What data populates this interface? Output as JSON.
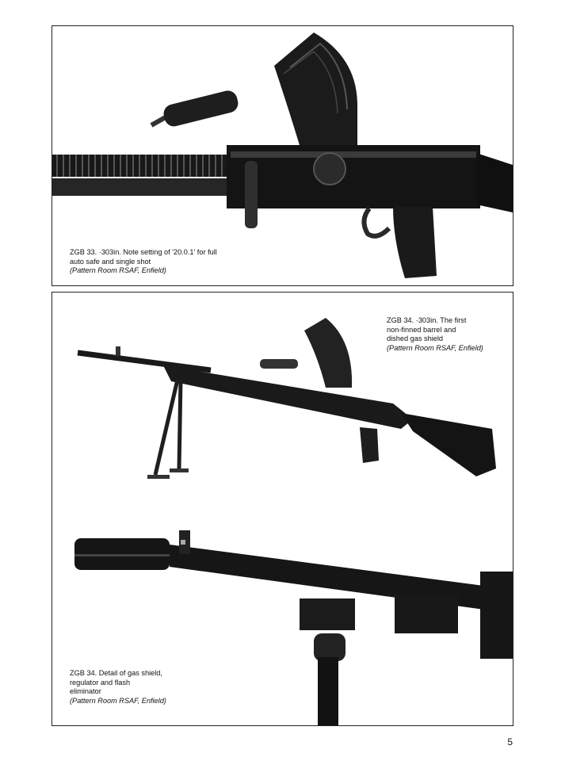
{
  "figures": [
    {
      "id": "ZGB33",
      "caption_lines": [
        "ZGB 33. ·303in. Note setting of '20.0.1' for full",
        "auto safe and single shot"
      ],
      "credit": "(Pattern Room RSAF, Enfield)"
    },
    {
      "id": "ZGB34-full",
      "caption_lines": [
        "ZGB 34. ·303in. The first",
        "non-finned barrel and",
        "dished gas shield"
      ],
      "credit": "(Pattern Room RSAF, Enfield)"
    },
    {
      "id": "ZGB34-detail",
      "caption_lines": [
        "ZGB 34. Detail of gas shield,",
        "regulator and flash",
        "eliminator"
      ],
      "credit": "(Pattern Room RSAF, Enfield)"
    }
  ],
  "page_number": "5"
}
